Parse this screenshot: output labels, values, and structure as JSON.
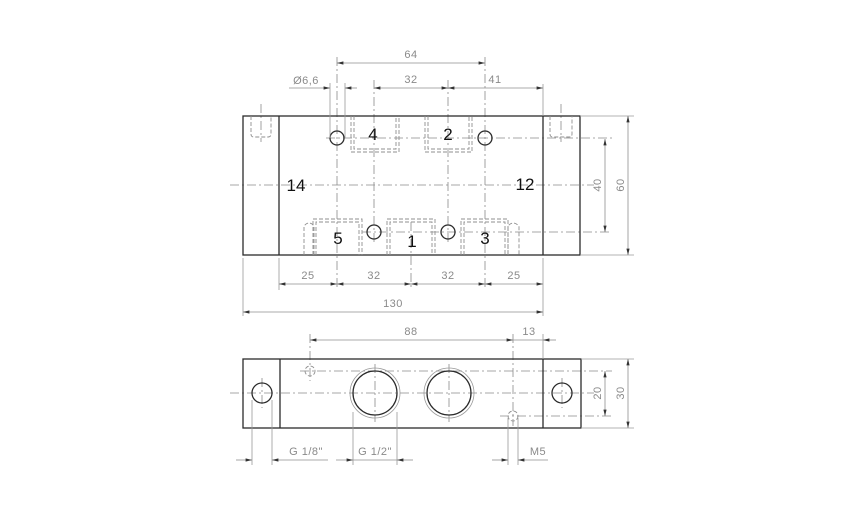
{
  "drawing": {
    "colors": {
      "outline": "#2b2b2b",
      "dimension": "#8f8f8f",
      "background": "#ffffff"
    },
    "top_view": {
      "port_labels": {
        "port_4": "4",
        "port_2": "2",
        "port_5": "5",
        "port_1": "1",
        "port_3": "3",
        "pilot_14": "14",
        "pilot_12": "12"
      },
      "dimensions": {
        "top_hole_spacing": "64",
        "hole_diameter": "Ø6,6",
        "port_spacing_top": "32",
        "hole_to_edge": "41",
        "hole_vertical_spacing": "40",
        "overall_height": "60",
        "bottom_segments": [
          "25",
          "32",
          "32",
          "25"
        ],
        "overall_length": "130"
      }
    },
    "bottom_view": {
      "dimensions": {
        "thread_hole_spacing": "88",
        "thread_hole_offset": "13",
        "thread_vertical_spacing": "20",
        "overall_height": "30",
        "small_port_thread": "G 1/8\"",
        "large_port_thread": "G 1/2\"",
        "mounting_thread": "M5"
      }
    }
  }
}
